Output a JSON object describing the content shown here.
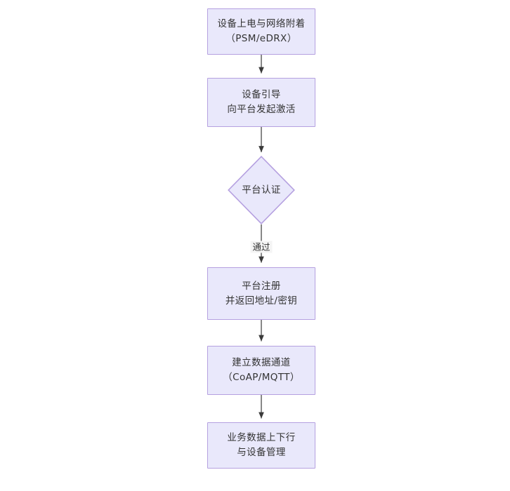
{
  "diagram": {
    "type": "flowchart",
    "orientation": "top-to-bottom",
    "background_color": "#ffffff",
    "node_fill_color": "#e9e8fb",
    "node_border_color": "#b5a0e0",
    "text_color": "#333333",
    "edge_color": "#3a3a3a",
    "nodes": [
      {
        "id": "n1",
        "shape": "rectangle",
        "line1": "设备上电与网络附着",
        "line2": "（PSM/eDRX）",
        "text": "设备上电与网络附着\n（PSM/eDRX）"
      },
      {
        "id": "n2",
        "shape": "rectangle",
        "line1": "设备引导",
        "line2": "向平台发起激活",
        "text": "设备引导\n向平台发起激活"
      },
      {
        "id": "n3",
        "shape": "diamond",
        "line1": "平台认证",
        "line2": "",
        "text": "平台认证"
      },
      {
        "id": "n4",
        "shape": "rectangle",
        "line1": "平台注册",
        "line2": "并返回地址/密钥",
        "text": "平台注册\n并返回地址/密钥"
      },
      {
        "id": "n5",
        "shape": "rectangle",
        "line1": "建立数据通道",
        "line2": "（CoAP/MQTT）",
        "text": "建立数据通道\n（CoAP/MQTT）"
      },
      {
        "id": "n6",
        "shape": "rectangle",
        "line1": "业务数据上下行",
        "line2": "与设备管理",
        "text": "业务数据上下行\n与设备管理"
      }
    ],
    "edges": [
      {
        "id": "e1",
        "from": "n1",
        "to": "n2",
        "label": ""
      },
      {
        "id": "e2",
        "from": "n2",
        "to": "n3",
        "label": ""
      },
      {
        "id": "e3",
        "from": "n3",
        "to": "n4",
        "label": "通过"
      },
      {
        "id": "e4",
        "from": "n4",
        "to": "n5",
        "label": ""
      },
      {
        "id": "e5",
        "from": "n5",
        "to": "n6",
        "label": ""
      }
    ]
  }
}
